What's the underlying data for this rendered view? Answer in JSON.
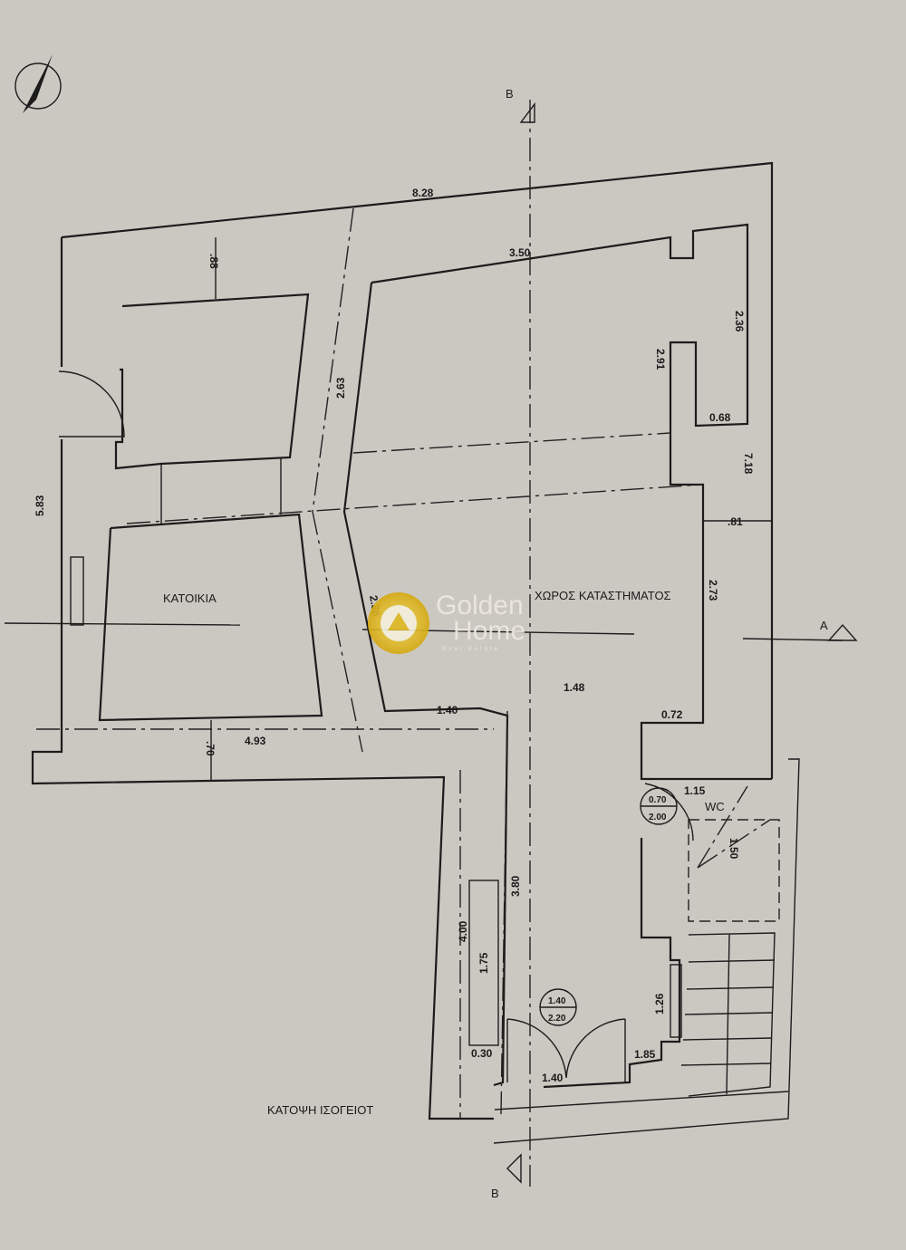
{
  "plan": {
    "title": "ΚΑΤΟΨΗ ΙΣΟΓΕΙΟΤ",
    "rooms": {
      "residence": "ΚΑΤΟΙΚΙΑ",
      "shop": "ΧΩΡΟΣ ΚΑΤΑΣΤΗΜΑΤΟΣ",
      "wc": "WC"
    },
    "section_marks": {
      "b_top": "B",
      "b_bottom": "B",
      "a_right": "A"
    },
    "dimensions": {
      "d828": "8.28",
      "d350": "3.50",
      "d88": ".88",
      "d263": "2.63",
      "d236": "2.36",
      "d291": "2.91",
      "d068": "0.68",
      "d718": "7.18",
      "d81": ".81",
      "d273": "2.73",
      "d583": "5.83",
      "d238": "2.38",
      "d140a": "1.40",
      "d148": "1.48",
      "d072": "0.72",
      "d70": ".70",
      "d493": "4.93",
      "d115": "1.15",
      "d150": "1.50",
      "d400": "4.00",
      "d380": "3.80",
      "d175": "1.75",
      "d030": "0.30",
      "d126": "1.26",
      "d185": "1.85",
      "d140b": "1.40"
    },
    "doors": {
      "wc_door_w": "0.70",
      "wc_door_h": "2.00",
      "main_door_w": "1.40",
      "main_door_h": "2.20"
    }
  },
  "watermark": {
    "line1": "Golden",
    "line2": "Home",
    "line3": "Real Estate"
  },
  "colors": {
    "paper": "#c9c6c0",
    "ink": "#1c1c1c",
    "gold": "#e8c21f"
  }
}
